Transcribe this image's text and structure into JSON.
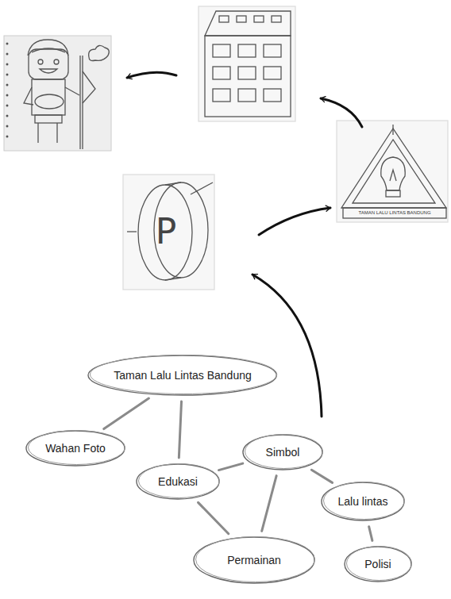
{
  "diagram": {
    "nodes": [
      {
        "text": [
          "Taman Lalu Lintas Bandung"
        ]
      },
      {
        "text": [
          "Wahan Foto"
        ]
      },
      {
        "text": [
          "Simbol"
        ]
      },
      {
        "text": [
          "Edukasi"
        ]
      },
      {
        "text": [
          "Lalu lintas"
        ]
      },
      {
        "text": [
          "Permainan"
        ]
      },
      {
        "text": [
          "Polisi"
        ]
      }
    ],
    "edges": [
      {
        "from": 0,
        "to": 1,
        "arrow": "none"
      },
      {
        "from": 0,
        "to": 3,
        "arrow": "none"
      },
      {
        "from": 3,
        "to": 2,
        "arrow": "none"
      },
      {
        "from": 2,
        "to": 4,
        "arrow": "none"
      },
      {
        "from": 2,
        "to": 5,
        "arrow": "none"
      },
      {
        "from": 3,
        "to": 5,
        "arrow": "none"
      },
      {
        "from": 4,
        "to": 6,
        "arrow": "none"
      }
    ],
    "labels": [
      "P",
      "TAMAN LALU LINTAS BANDUNG"
    ]
  }
}
